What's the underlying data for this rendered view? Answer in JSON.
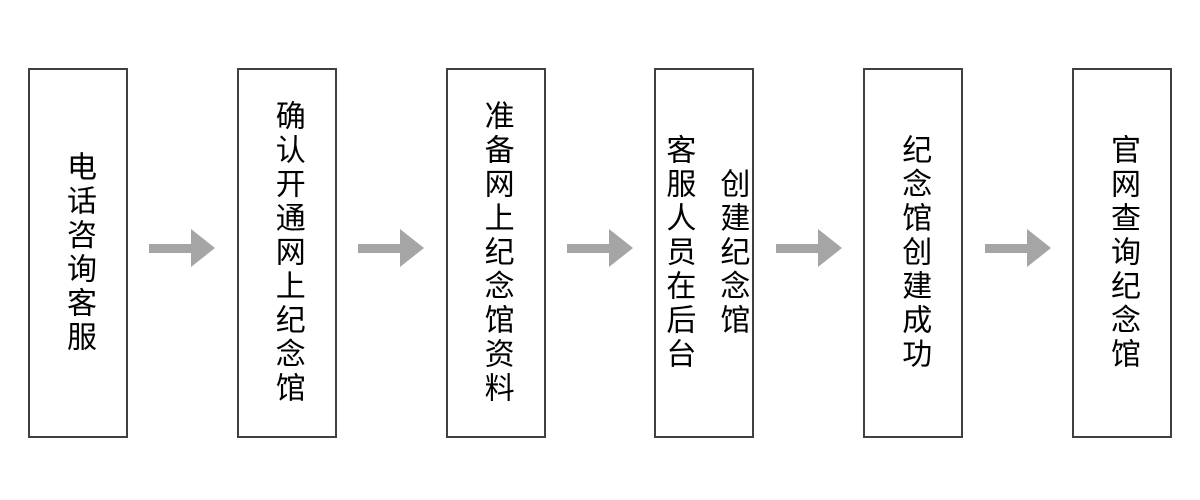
{
  "flow": {
    "steps": [
      {
        "label": "电话咨询客服"
      },
      {
        "label": "确认开通网上纪念馆"
      },
      {
        "label": "准备网上纪念馆资料"
      },
      {
        "label": "客服人员在后台\n创建纪念馆"
      },
      {
        "label": "纪念馆创建成功"
      },
      {
        "label": "官网查询纪念馆"
      }
    ],
    "colors": {
      "box_border": "#404040",
      "arrow": "#a5a5a5",
      "text": "#000000",
      "background": "#ffffff"
    }
  }
}
